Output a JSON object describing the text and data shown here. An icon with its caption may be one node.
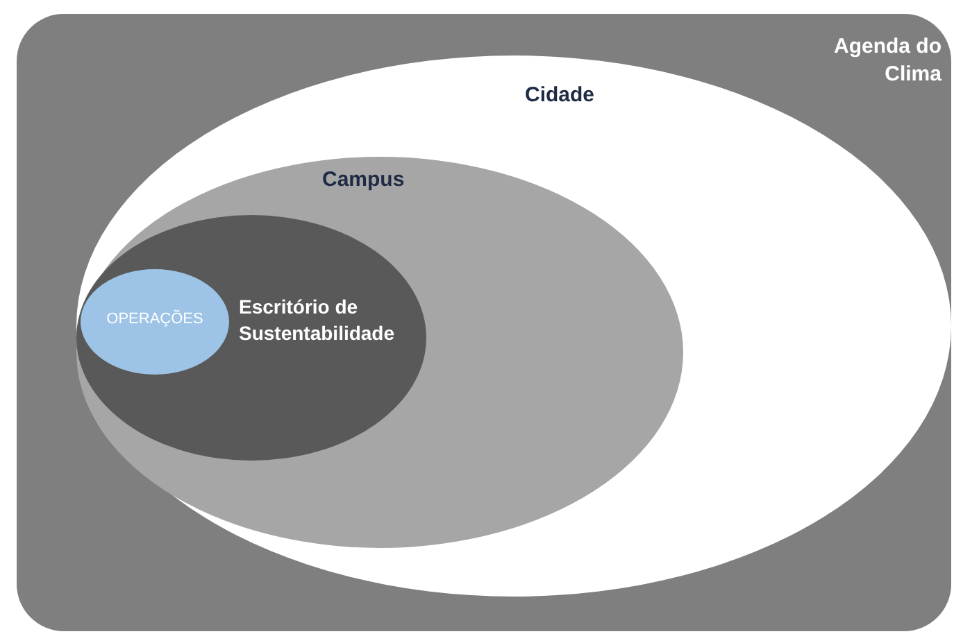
{
  "diagram": {
    "nodes": [
      {
        "text": [
          "Agenda do Clima"
        ]
      },
      {
        "text": [
          "Cidade"
        ],
        "in": 0
      },
      {
        "text": [
          "Campus"
        ],
        "in": 1
      },
      {
        "text": [
          "Escritório de Sustentabilidade"
        ],
        "in": 2
      },
      {
        "text": [
          "OPERAÇÕES"
        ],
        "in": 3
      }
    ],
    "edges": []
  }
}
